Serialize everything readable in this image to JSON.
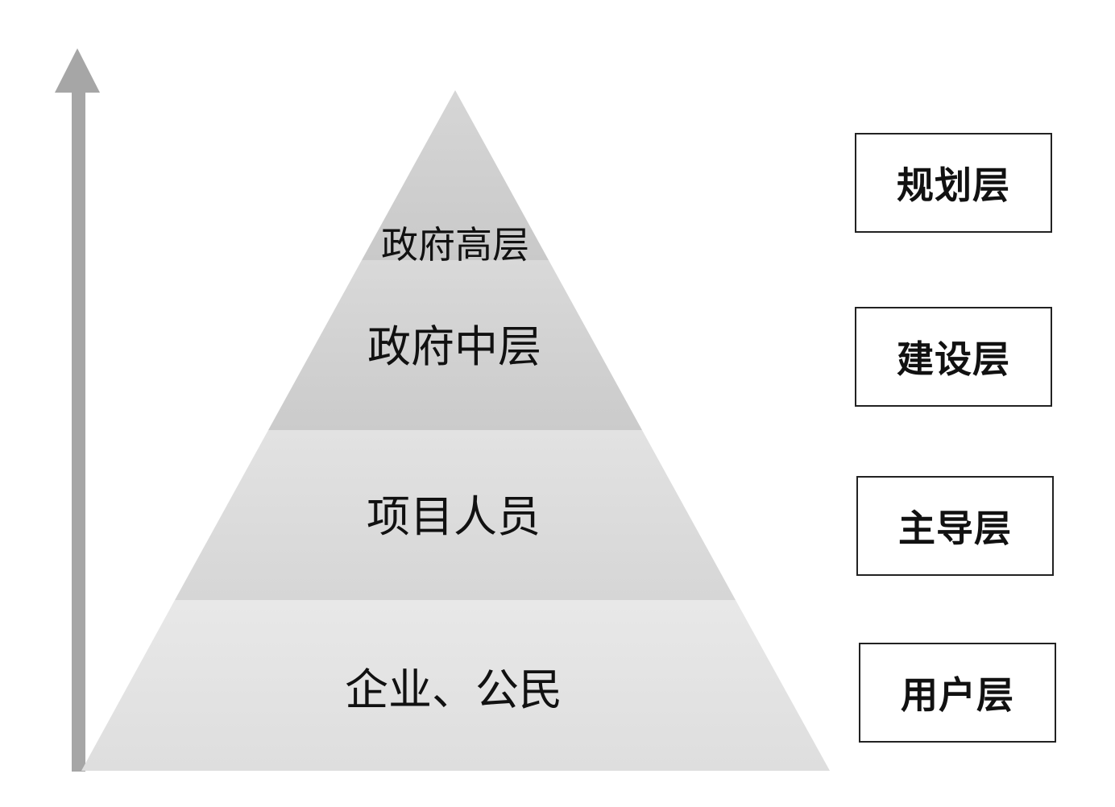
{
  "pyramid_tiers": [
    {
      "label": "政府高层"
    },
    {
      "label": "政府中层"
    },
    {
      "label": "项目人员"
    },
    {
      "label": "企业、公民"
    }
  ],
  "layer_boxes": [
    {
      "label": "规划层"
    },
    {
      "label": "建设层"
    },
    {
      "label": "主导层"
    },
    {
      "label": "用户层"
    }
  ],
  "colors": {
    "arrow": "#a6a6a6",
    "tier_top": "#cfcfcf",
    "tier_second": "#d1d1d1",
    "tier_third": "#dadada",
    "tier_bottom": "#e3e3e3",
    "text": "#111111",
    "box_border": "#222222"
  }
}
